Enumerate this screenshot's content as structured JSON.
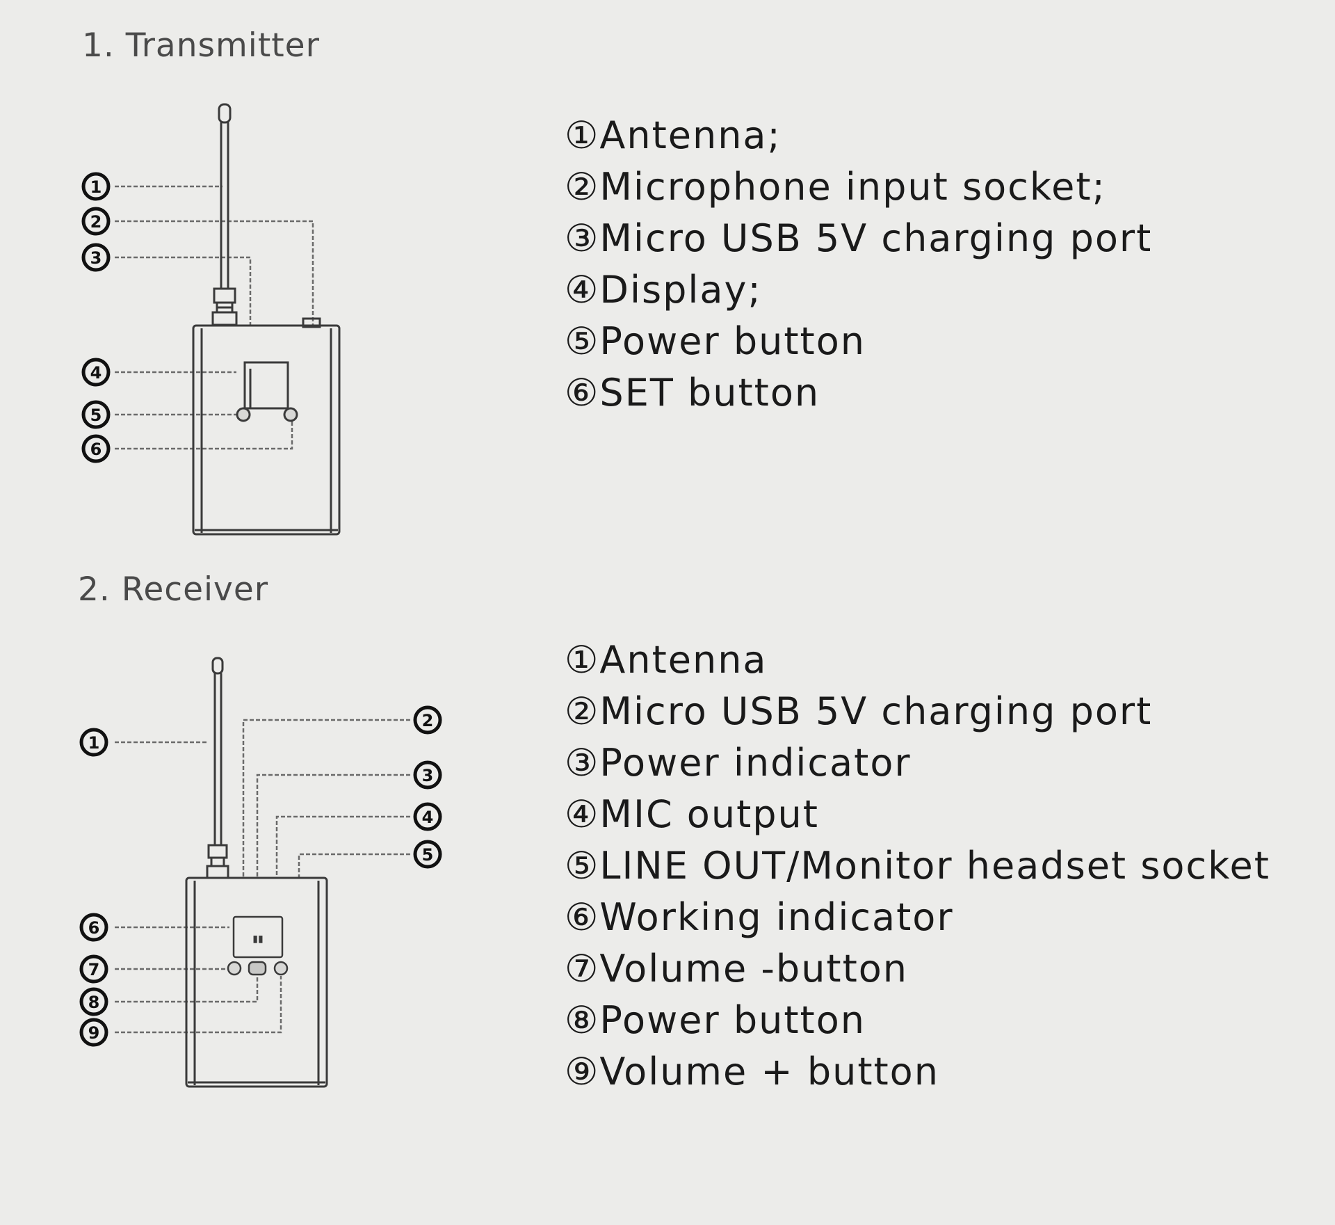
{
  "transmitter": {
    "title": "1. Transmitter",
    "parts": [
      {
        "num": "①",
        "label": "Antenna;"
      },
      {
        "num": "②",
        "label": "Microphone input socket;"
      },
      {
        "num": "③",
        "label": "Micro USB 5V charging port"
      },
      {
        "num": "④",
        "label": "Display;"
      },
      {
        "num": "⑤",
        "label": "Power button"
      },
      {
        "num": "⑥",
        "label": "SET button"
      }
    ]
  },
  "receiver": {
    "title": "2. Receiver",
    "parts": [
      {
        "num": "①",
        "label": "Antenna"
      },
      {
        "num": "②",
        "label": "Micro USB 5V charging port"
      },
      {
        "num": "③",
        "label": "Power indicator"
      },
      {
        "num": "④",
        "label": "MIC output"
      },
      {
        "num": "⑤",
        "label": "LINE OUT/Monitor headset socket"
      },
      {
        "num": "⑥",
        "label": "Working indicator"
      },
      {
        "num": "⑦",
        "label": "Volume -button"
      },
      {
        "num": "⑧",
        "label": "Power button"
      },
      {
        "num": "⑨",
        "label": "Volume + button"
      }
    ]
  },
  "callouts": {
    "n1": "1",
    "n2": "2",
    "n3": "3",
    "n4": "4",
    "n5": "5",
    "n6": "6",
    "n7": "7",
    "n8": "8",
    "n9": "9"
  },
  "colors": {
    "background": "#ececea",
    "ink": "#1e1e1e",
    "line": "#6a6a6a",
    "title": "#4a4a4a"
  }
}
